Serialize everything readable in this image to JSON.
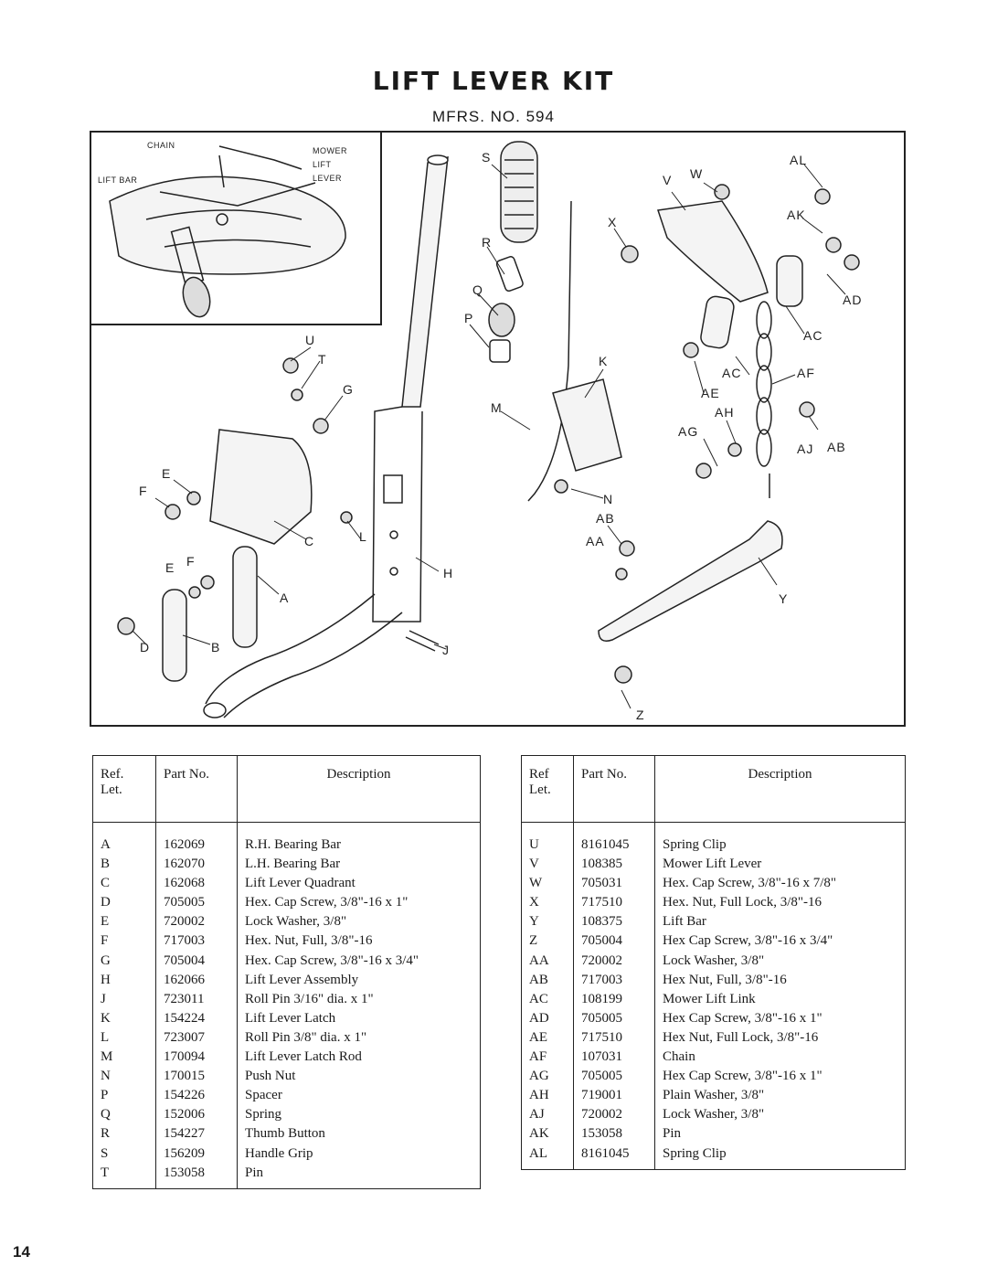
{
  "title": "LIFT LEVER KIT",
  "subtitle": "MFRS. NO. 594",
  "inset_labels": {
    "chain": "CHAIN",
    "lift_bar": "LIFT BAR",
    "mower": "MOWER",
    "lift": "LIFT",
    "lever": "LEVER"
  },
  "callouts": {
    "S": "S",
    "R": "R",
    "Q": "Q",
    "P": "P",
    "U": "U",
    "T": "T",
    "G": "G",
    "E": "E",
    "F": "F",
    "C": "C",
    "L": "L",
    "A": "A",
    "B": "B",
    "D": "D",
    "H": "H",
    "J": "J",
    "K": "K",
    "M": "M",
    "N": "N",
    "AB": "AB",
    "AA": "AA",
    "V": "V",
    "W": "W",
    "X": "X",
    "AL": "AL",
    "AK": "AK",
    "AD": "AD",
    "AC": "AC",
    "AF": "AF",
    "AE": "AE",
    "AH": "AH",
    "AG": "AG",
    "AJ": "AJ",
    "Y": "Y",
    "Z": "Z"
  },
  "table_headers": {
    "ref_left": "Ref.\nLet.",
    "ref_right": "Ref\nLet.",
    "part_no": "Part No.",
    "description": "Description"
  },
  "parts_left": [
    {
      "ref": "A",
      "part": "162069",
      "desc": "R.H. Bearing Bar"
    },
    {
      "ref": "B",
      "part": "162070",
      "desc": "L.H. Bearing Bar"
    },
    {
      "ref": "C",
      "part": "162068",
      "desc": "Lift Lever Quadrant"
    },
    {
      "ref": "D",
      "part": "705005",
      "desc": "Hex. Cap Screw, 3/8\"-16 x 1\""
    },
    {
      "ref": "E",
      "part": "720002",
      "desc": "Lock Washer, 3/8\""
    },
    {
      "ref": "F",
      "part": "717003",
      "desc": "Hex. Nut, Full, 3/8\"-16"
    },
    {
      "ref": "G",
      "part": "705004",
      "desc": "Hex. Cap Screw, 3/8\"-16 x 3/4\""
    },
    {
      "ref": "H",
      "part": "162066",
      "desc": "Lift Lever Assembly"
    },
    {
      "ref": "J",
      "part": "723011",
      "desc": "Roll Pin 3/16\" dia. x 1\""
    },
    {
      "ref": "K",
      "part": "154224",
      "desc": "Lift Lever Latch"
    },
    {
      "ref": "L",
      "part": "723007",
      "desc": "Roll Pin 3/8\" dia. x 1\""
    },
    {
      "ref": "M",
      "part": "170094",
      "desc": "Lift Lever Latch  Rod"
    },
    {
      "ref": "N",
      "part": "170015",
      "desc": "Push Nut"
    },
    {
      "ref": "P",
      "part": "154226",
      "desc": "Spacer"
    },
    {
      "ref": "Q",
      "part": "152006",
      "desc": "Spring"
    },
    {
      "ref": "R",
      "part": "154227",
      "desc": "Thumb Button"
    },
    {
      "ref": "S",
      "part": "156209",
      "desc": "Handle Grip"
    },
    {
      "ref": "T",
      "part": "153058",
      "desc": "Pin"
    }
  ],
  "parts_right": [
    {
      "ref": "U",
      "part": "8161045",
      "desc": "Spring Clip"
    },
    {
      "ref": "V",
      "part": "108385",
      "desc": "Mower Lift Lever"
    },
    {
      "ref": "W",
      "part": "705031",
      "desc": "Hex. Cap Screw, 3/8\"-16 x 7/8\""
    },
    {
      "ref": "X",
      "part": "717510",
      "desc": "Hex. Nut, Full Lock, 3/8\"-16"
    },
    {
      "ref": "Y",
      "part": "108375",
      "desc": "Lift Bar"
    },
    {
      "ref": "Z",
      "part": "705004",
      "desc": "Hex Cap Screw, 3/8\"-16 x 3/4\""
    },
    {
      "ref": "AA",
      "part": "720002",
      "desc": "Lock Washer, 3/8\""
    },
    {
      "ref": "AB",
      "part": "717003",
      "desc": "Hex Nut, Full, 3/8\"-16"
    },
    {
      "ref": "AC",
      "part": "108199",
      "desc": "Mower Lift Link"
    },
    {
      "ref": "AD",
      "part": "705005",
      "desc": "Hex Cap Screw, 3/8\"-16 x 1\""
    },
    {
      "ref": "AE",
      "part": "717510",
      "desc": "Hex Nut, Full Lock, 3/8\"-16"
    },
    {
      "ref": "AF",
      "part": "107031",
      "desc": "Chain"
    },
    {
      "ref": "AG",
      "part": "705005",
      "desc": "Hex Cap Screw, 3/8\"-16 x 1\""
    },
    {
      "ref": "AH",
      "part": "719001",
      "desc": "Plain Washer, 3/8\""
    },
    {
      "ref": "AJ",
      "part": "720002",
      "desc": "Lock Washer, 3/8\""
    },
    {
      "ref": "AK",
      "part": "153058",
      "desc": "Pin"
    },
    {
      "ref": "AL",
      "part": "8161045",
      "desc": "Spring Clip"
    }
  ],
  "page_number": "14"
}
